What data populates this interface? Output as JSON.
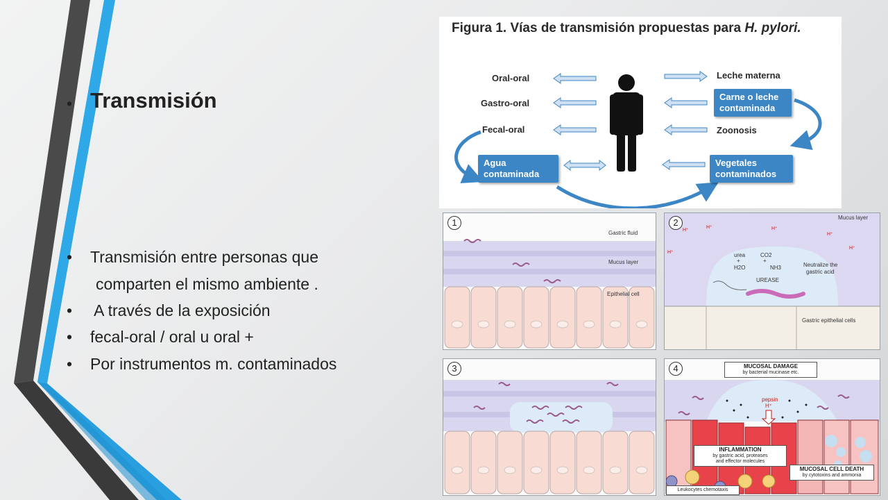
{
  "slide": {
    "heading": "Transmisión",
    "bullets": [
      "Transmisión entre personas que",
      "comparten el mismo ambiente .",
      " A través de la exposición",
      "fecal-oral / oral u oral +",
      "Por instrumentos m. contaminados"
    ],
    "bullet_char": "•"
  },
  "figure1": {
    "title_prefix": "Figura 1. Vías de transmisión propuestas para ",
    "title_italic": "H. pylori.",
    "left_labels": [
      "Oral-oral",
      "Gastro-oral",
      "Fecal-oral"
    ],
    "right_labels": [
      "Leche materna",
      "Zoonosis"
    ],
    "boxes": {
      "water": "Agua contaminada",
      "meat_milk": "Carne o leche contaminada",
      "vegetables": "Vegetales contaminados"
    }
  },
  "figure2": {
    "panel1": {
      "num": "1",
      "gastric_fluid": "Gastric fluid",
      "mucus_layer": "Mucus layer",
      "epithelial_cell": "Epithelial cell"
    },
    "panel2": {
      "num": "2",
      "mucus_layer": "Mucus layer",
      "h_plus": "H⁺",
      "urea": "urea",
      "co2": "CO2",
      "h2o": "H2O",
      "nh3": "NH3",
      "plus": "+",
      "neutralize": "Neutralize the",
      "neutralize2": "gastric acid",
      "urease": "UREASE",
      "gastric_cells": "Gastric epithelial cells"
    },
    "panel3": {
      "num": "3"
    },
    "panel4": {
      "num": "4",
      "damage_title": "MUCOSAL DAMAGE",
      "damage_sub": "by bacterial mucinase etc.",
      "pepsin": "pepsin",
      "h_plus": "H⁺",
      "inflammation_title": "INFLAMMATION",
      "inflammation_sub1": "by gastric acid, proteases",
      "inflammation_sub2": "and effector molecules",
      "death_title": "MUCOSAL CELL DEATH",
      "death_sub": "by cytotoxins and ammonia",
      "chemotaxis": "Leukocytes chemotaxis"
    }
  },
  "colors": {
    "stripe_dark": "#4a4a4a",
    "stripe_blue": "#2ea8e6",
    "box_blue": "#3d86c6",
    "arrow_blue": "#6fa8dc",
    "mucus": "#d9d6f0",
    "cell": "#f8dcd4",
    "damage_red": "#e8434b"
  }
}
